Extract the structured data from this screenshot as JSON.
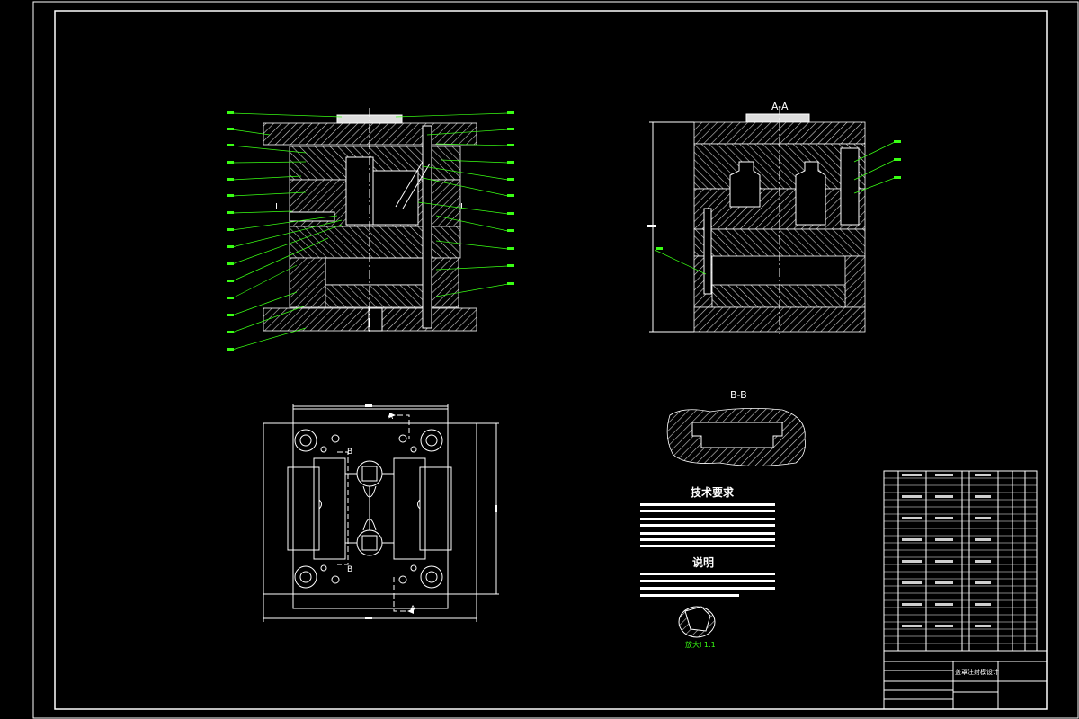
{
  "views": {
    "section_aa_title": "A-A",
    "section_bb_title": "B-B",
    "section_mark_a_top": "A",
    "section_mark_a_bottom": "A",
    "section_mark_b_top": "B",
    "section_mark_b_bottom": "B",
    "detail_mark_left": "I",
    "detail_mark_right": "I",
    "detail_label": "放大I 1:1"
  },
  "notes": {
    "tech_title": "技术要求",
    "explain_title": "说明"
  },
  "title_block": {
    "drawing_name": "盖罩注射模设计"
  }
}
